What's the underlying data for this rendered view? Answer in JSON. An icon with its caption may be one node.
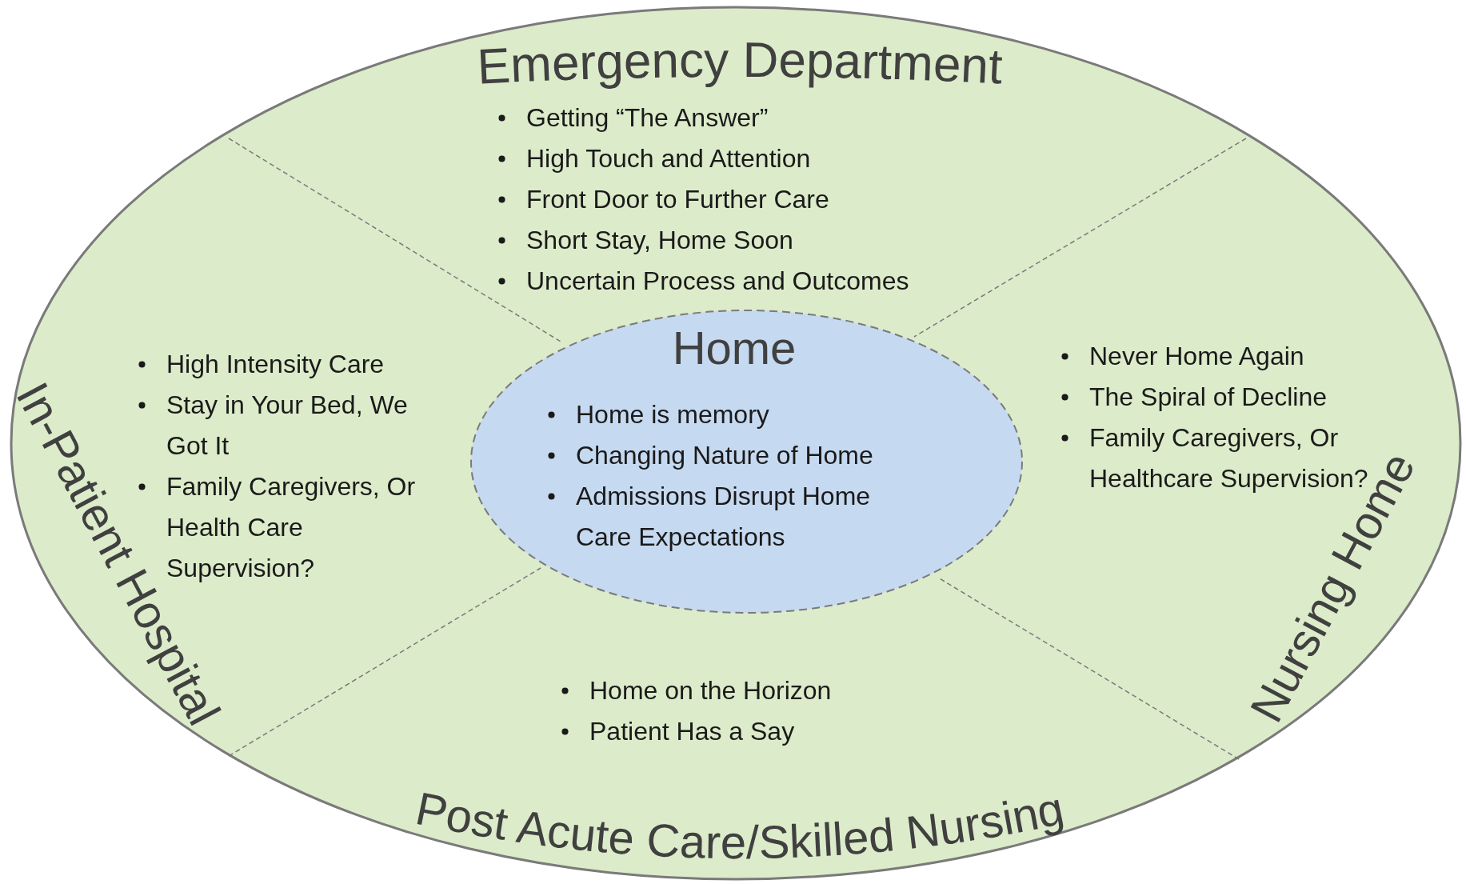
{
  "diagram": {
    "nodes": [
      {
        "text": [
          "Emergency Department",
          "Getting “The Answer”",
          "High Touch and Attention",
          "Front Door to Further Care",
          "Short Stay, Home Soon",
          "Uncertain Process and Outcomes"
        ]
      },
      {
        "text": [
          "In-Patient Hospital",
          "High Intensity Care",
          "Stay in Your Bed, We Got It",
          "Family Caregivers, Or Health Care Supervision?"
        ]
      },
      {
        "text": [
          "Home",
          "Home is memory",
          "Changing Nature of Home",
          "Admissions Disrupt Home Care Expectations"
        ]
      },
      {
        "text": [
          "Nursing Home",
          "Never Home Again",
          "The Spiral of Decline",
          "Family Caregivers, Or Healthcare Supervision?"
        ]
      },
      {
        "text": [
          "Home on the Horizon",
          "Patient Has a Say",
          "Post Acute Care/Skilled Nursing"
        ]
      }
    ]
  }
}
